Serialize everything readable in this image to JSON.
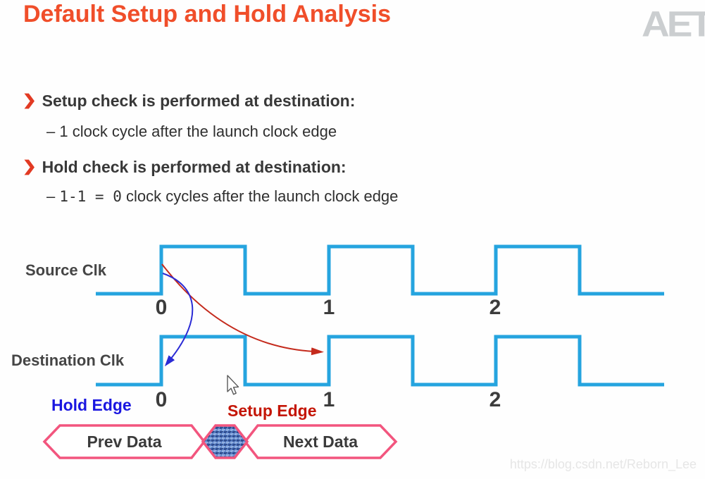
{
  "header": {
    "title": "Default Setup and Hold Analysis",
    "logo_text": "AET"
  },
  "bullets": {
    "setup": {
      "marker": "❯",
      "heading": "Setup check is performed at destination:",
      "detail": "– 1 clock cycle after the launch clock edge"
    },
    "hold": {
      "marker": "❯",
      "heading": "Hold check is performed at destination:",
      "detail_dash": "– ",
      "detail_code": "1-1 = 0",
      "detail_rest": " clock cycles after the launch clock edge"
    }
  },
  "waveforms": {
    "source": {
      "label": "Source Clk",
      "edge_labels": [
        "0",
        "1",
        "2"
      ]
    },
    "destination": {
      "label": "Destination Clk",
      "edge_labels": [
        "0",
        "1",
        "2"
      ]
    },
    "hold_edge_label": "Hold Edge",
    "setup_edge_label": "Setup Edge"
  },
  "data_bus": {
    "prev_label": "Prev Data",
    "next_label": "Next Data"
  },
  "watermark": "https://blog.csdn.net/Reborn_Lee",
  "colors": {
    "title_orange": "#f04e2a",
    "waveform_blue": "#25a4df",
    "hold_blue": "#1a16e0",
    "setup_red": "#c41505",
    "arrow_red": "#c42a1c",
    "arrow_blue": "#2b2bd5",
    "bus_border_pink": "#f2557e",
    "body_text": "#3a3a3a",
    "logo_gray": "#cbced0"
  }
}
